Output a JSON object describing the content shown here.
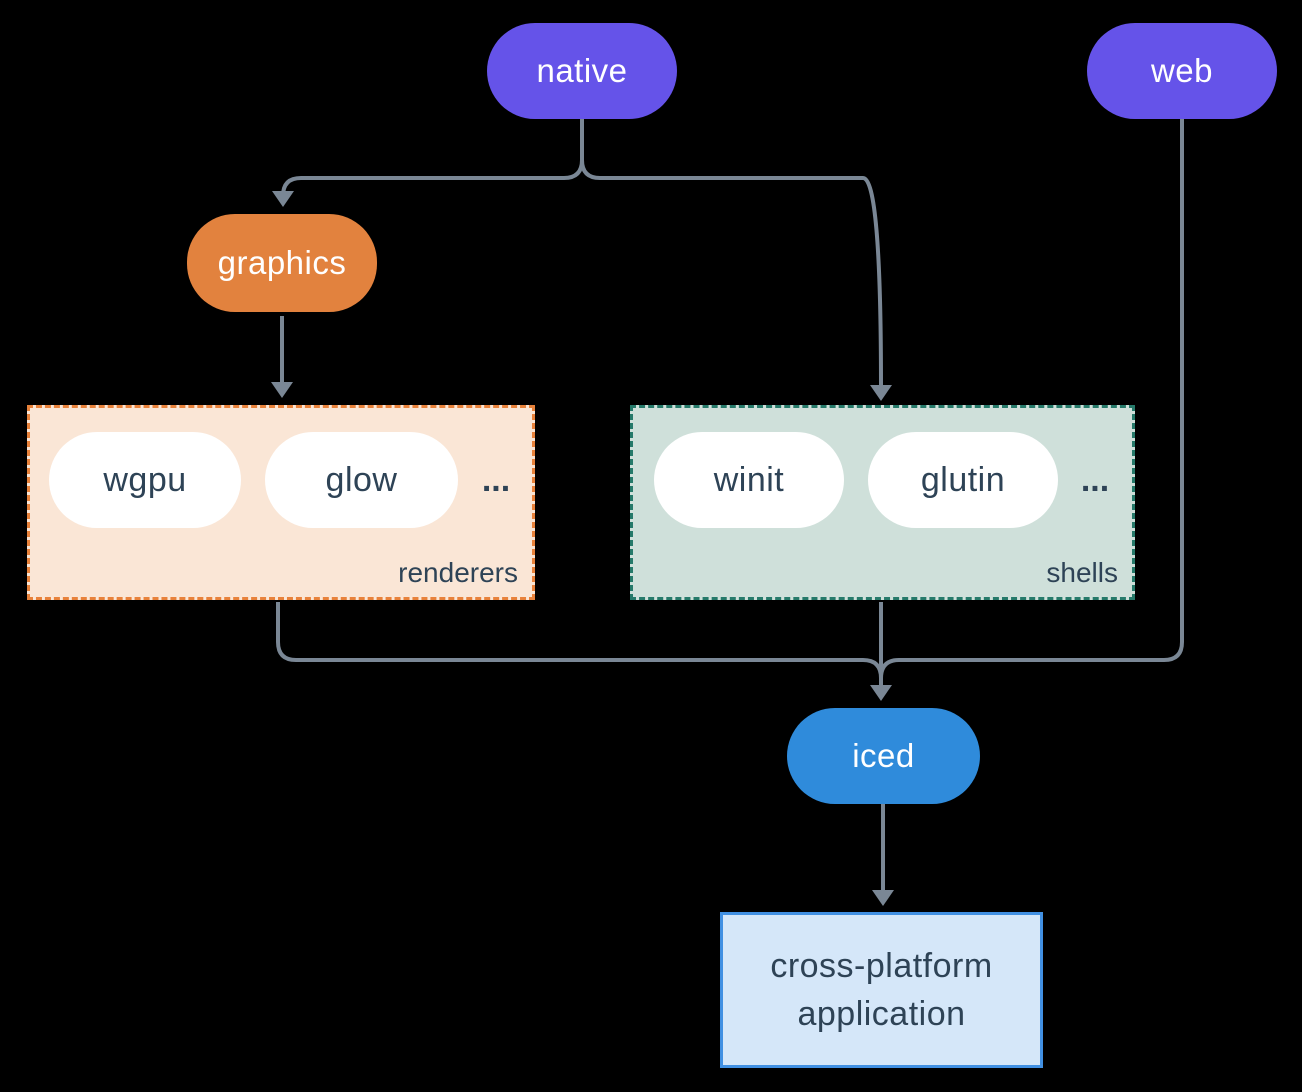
{
  "colors": {
    "background": "#000000",
    "connector": "#7A8795",
    "node_purple": "#6553E9",
    "node_orange": "#E2823E",
    "node_blue": "#2F8BDB",
    "pill_white": "#FFFFFF",
    "dark_text": "#2E4356",
    "renderers_bg": "#FAE6D6",
    "renderers_border": "#E8823B",
    "shells_bg": "#CFE0DA",
    "shells_border": "#267A6A",
    "app_bg": "#D5E7F9",
    "app_border": "#4190E2"
  },
  "nodes": {
    "native": {
      "label": "native"
    },
    "web": {
      "label": "web"
    },
    "graphics": {
      "label": "graphics"
    },
    "iced": {
      "label": "iced"
    },
    "app": {
      "line1": "cross-platform",
      "line2": "application"
    }
  },
  "groups": {
    "renderers": {
      "label": "renderers",
      "items": [
        "wgpu",
        "glow"
      ],
      "ellipsis": "..."
    },
    "shells": {
      "label": "shells",
      "items": [
        "winit",
        "glutin"
      ],
      "ellipsis": "..."
    }
  }
}
